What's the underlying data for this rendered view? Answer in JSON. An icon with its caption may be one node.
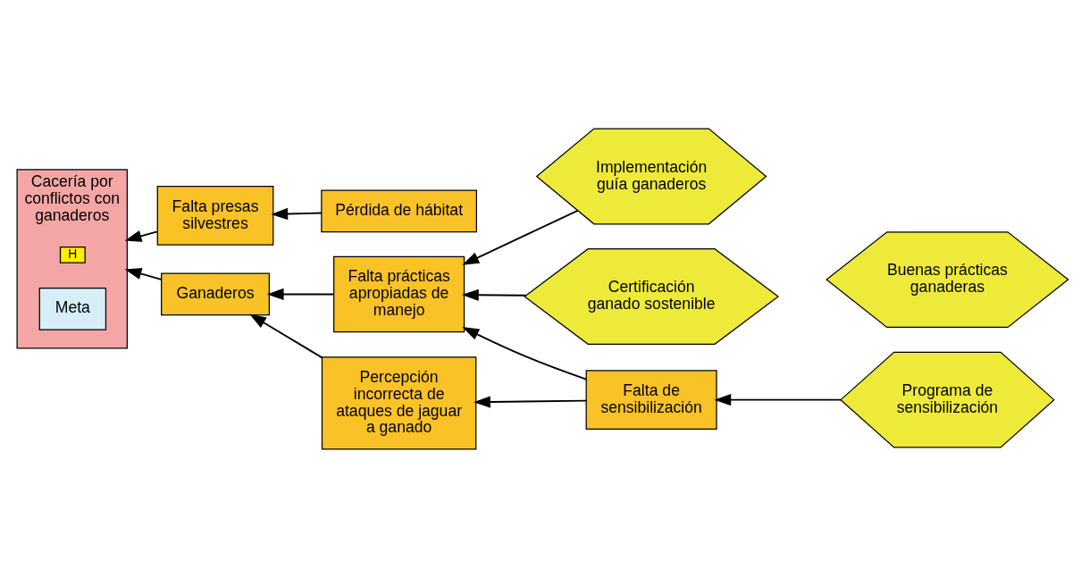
{
  "diagram": {
    "nodes": [
      {
        "text": [
          "Cacería por conflictos con ganaderos"
        ]
      },
      {
        "text": [
          "H"
        ],
        "in": 0
      },
      {
        "text": [
          "Meta"
        ],
        "in": 0
      },
      {
        "text": [
          "Pérdida de hábitat"
        ]
      },
      {
        "text": [
          "Falta presas silvestres"
        ]
      },
      {
        "text": [
          "Ganaderos"
        ]
      },
      {
        "text": [
          "Implementación guía ganaderos"
        ]
      },
      {
        "text": [
          "Buenas prácticas ganaderas"
        ]
      },
      {
        "text": [
          "Certificación ganado sostenible"
        ]
      },
      {
        "text": [
          "Falta prácticas apropiadas de manejo"
        ]
      },
      {
        "text": [
          "Falta de sensibilización"
        ]
      },
      {
        "text": [
          "Percepción incorrecta de ataques de jaguar a ganado"
        ]
      },
      {
        "text": [
          "Programa de sensibilización"
        ]
      }
    ],
    "edges": [
      {
        "from": 3,
        "to": 4,
        "arrow": "to"
      },
      {
        "from": 4,
        "to": 0,
        "arrow": "to"
      },
      {
        "from": 5,
        "to": 0,
        "arrow": "to"
      },
      {
        "from": 9,
        "to": 5,
        "arrow": "to"
      },
      {
        "from": 11,
        "to": 5,
        "arrow": "to"
      },
      {
        "from": 6,
        "to": 9,
        "arrow": "to"
      },
      {
        "from": 8,
        "to": 9,
        "arrow": "to"
      },
      {
        "from": 10,
        "to": 9,
        "arrow": "to"
      },
      {
        "from": 10,
        "to": 11,
        "arrow": "to"
      },
      {
        "from": 12,
        "to": 10,
        "arrow": "to"
      }
    ]
  }
}
